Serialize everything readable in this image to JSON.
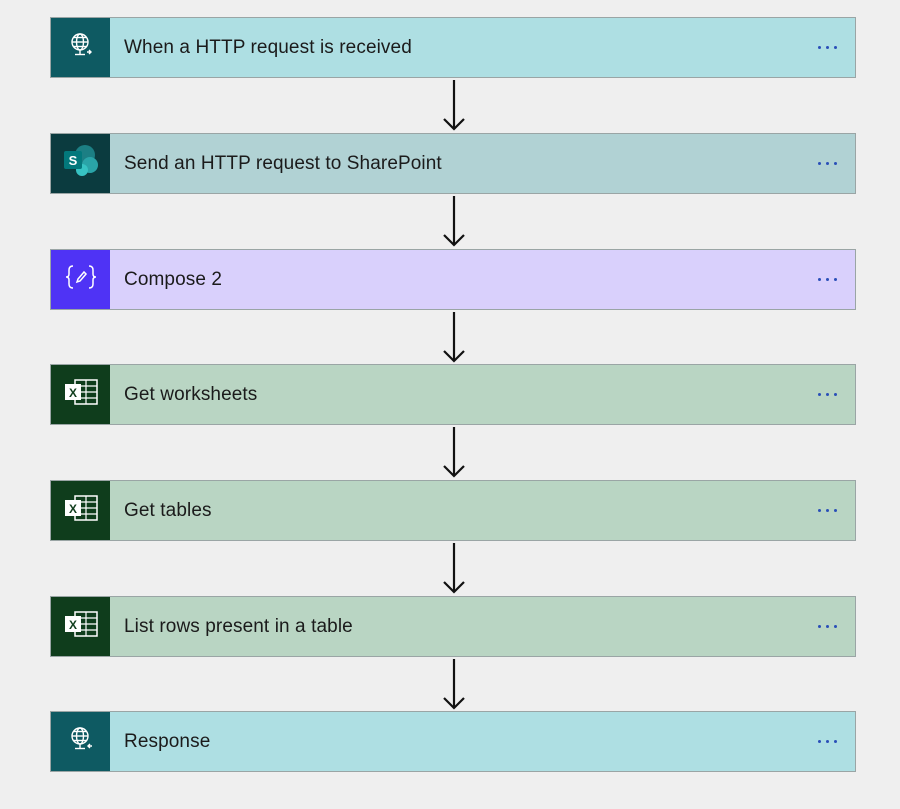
{
  "steps": [
    {
      "label": "When a HTTP request is received",
      "icon": "http-request-globe-icon",
      "colors": {
        "icon_bg": "#0e5a62",
        "body_bg": "#aedfe3"
      }
    },
    {
      "label": "Send an HTTP request to SharePoint",
      "icon": "sharepoint-icon",
      "colors": {
        "icon_bg": "#0b3b3f",
        "body_bg": "#b1d2d4"
      }
    },
    {
      "label": "Compose 2",
      "icon": "compose-braces-icon",
      "colors": {
        "icon_bg": "#4f33f5",
        "body_bg": "#d9d0fc"
      }
    },
    {
      "label": "Get worksheets",
      "icon": "excel-icon",
      "colors": {
        "icon_bg": "#0f3d1c",
        "body_bg": "#b9d5c3"
      }
    },
    {
      "label": "Get tables",
      "icon": "excel-icon",
      "colors": {
        "icon_bg": "#0f3d1c",
        "body_bg": "#b9d5c3"
      }
    },
    {
      "label": "List rows present in a table",
      "icon": "excel-icon",
      "colors": {
        "icon_bg": "#0f3d1c",
        "body_bg": "#b9d5c3"
      }
    },
    {
      "label": "Response",
      "icon": "http-response-globe-icon",
      "colors": {
        "icon_bg": "#0e5a62",
        "body_bg": "#aedfe3"
      }
    }
  ],
  "more_button_icon": "ellipsis-icon",
  "connector_icon": "arrow-down-icon"
}
